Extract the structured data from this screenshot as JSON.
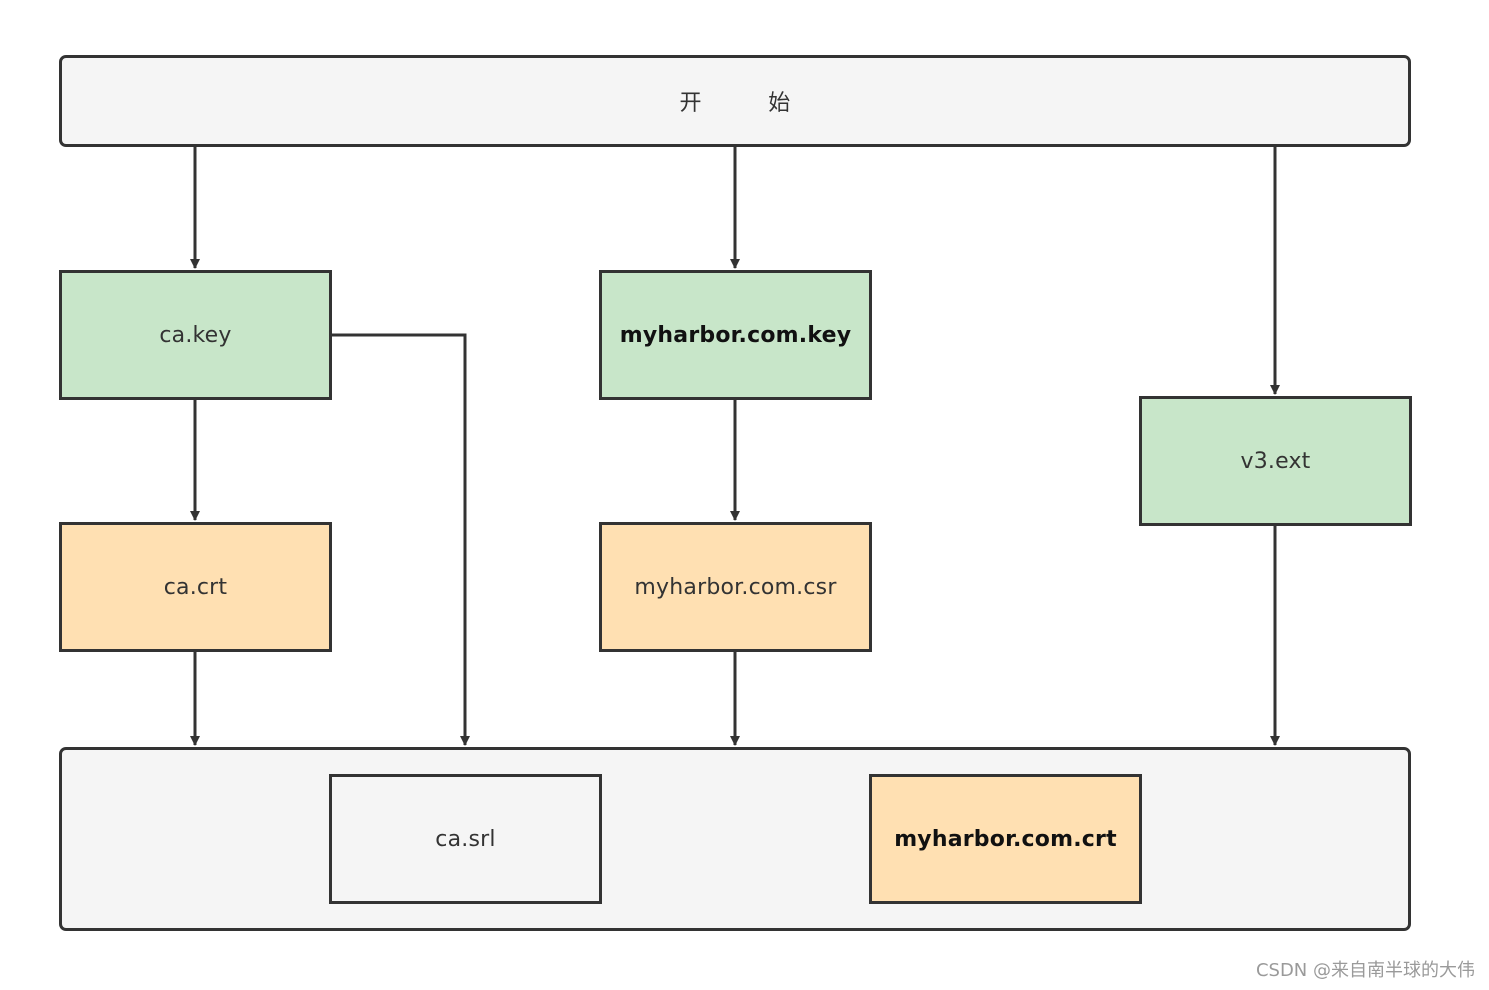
{
  "colors": {
    "stroke": "#333333",
    "panel_fill": "#f5f5f5",
    "key_fill": "#c8e6c9",
    "cert_fill": "#ffe0b2",
    "plain_fill": "#f5f5f5"
  },
  "nodes": {
    "start": {
      "label": "开　　　始"
    },
    "ca_key": {
      "label": "ca.key"
    },
    "myharbor_key": {
      "label": "myharbor.com.key"
    },
    "v3_ext": {
      "label": "v3.ext"
    },
    "ca_crt": {
      "label": "ca.crt"
    },
    "myharbor_csr": {
      "label": "myharbor.com.csr"
    },
    "ca_srl": {
      "label": "ca.srl"
    },
    "myharbor_crt": {
      "label": "myharbor.com.crt"
    }
  },
  "edges": [
    {
      "from": "start",
      "to": "ca_key"
    },
    {
      "from": "start",
      "to": "myharbor_key"
    },
    {
      "from": "start",
      "to": "v3_ext"
    },
    {
      "from": "ca_key",
      "to": "ca_crt"
    },
    {
      "from": "ca_key",
      "to": "output_panel"
    },
    {
      "from": "myharbor_key",
      "to": "myharbor_csr"
    },
    {
      "from": "ca_crt",
      "to": "output_panel"
    },
    {
      "from": "myharbor_csr",
      "to": "output_panel"
    },
    {
      "from": "v3_ext",
      "to": "output_panel"
    }
  ],
  "watermark": "CSDN @来自南半球的大伟"
}
